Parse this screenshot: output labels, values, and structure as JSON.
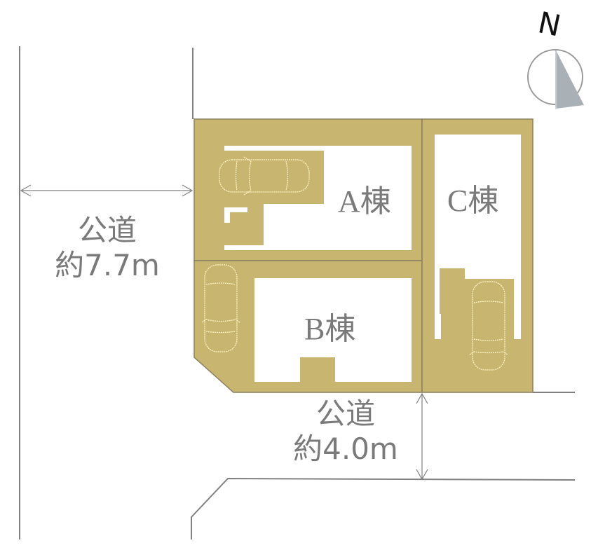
{
  "colors": {
    "lot_fill": "#c8b570",
    "lot_border": "#8a7f60",
    "building_fill": "#ffffff",
    "line": "#808080",
    "text": "#7a7a7a",
    "car_outline": "#fff6c8",
    "compass_fill": "#a9b0b6"
  },
  "compass": {
    "letter": "N",
    "icon": "north-arrow-icon"
  },
  "buildings": [
    {
      "id": "A",
      "label": "A棟"
    },
    {
      "id": "B",
      "label": "B棟"
    },
    {
      "id": "C",
      "label": "C棟"
    }
  ],
  "roads": [
    {
      "id": "west",
      "name": "公道",
      "width": "約7.7m"
    },
    {
      "id": "south",
      "name": "公道",
      "width": "約4.0m"
    }
  ],
  "parking": [
    {
      "lot": "A",
      "icon": "car-icon",
      "orientation": "horizontal"
    },
    {
      "lot": "B",
      "icon": "car-icon",
      "orientation": "vertical"
    },
    {
      "lot": "C",
      "icon": "car-icon",
      "orientation": "vertical"
    }
  ]
}
